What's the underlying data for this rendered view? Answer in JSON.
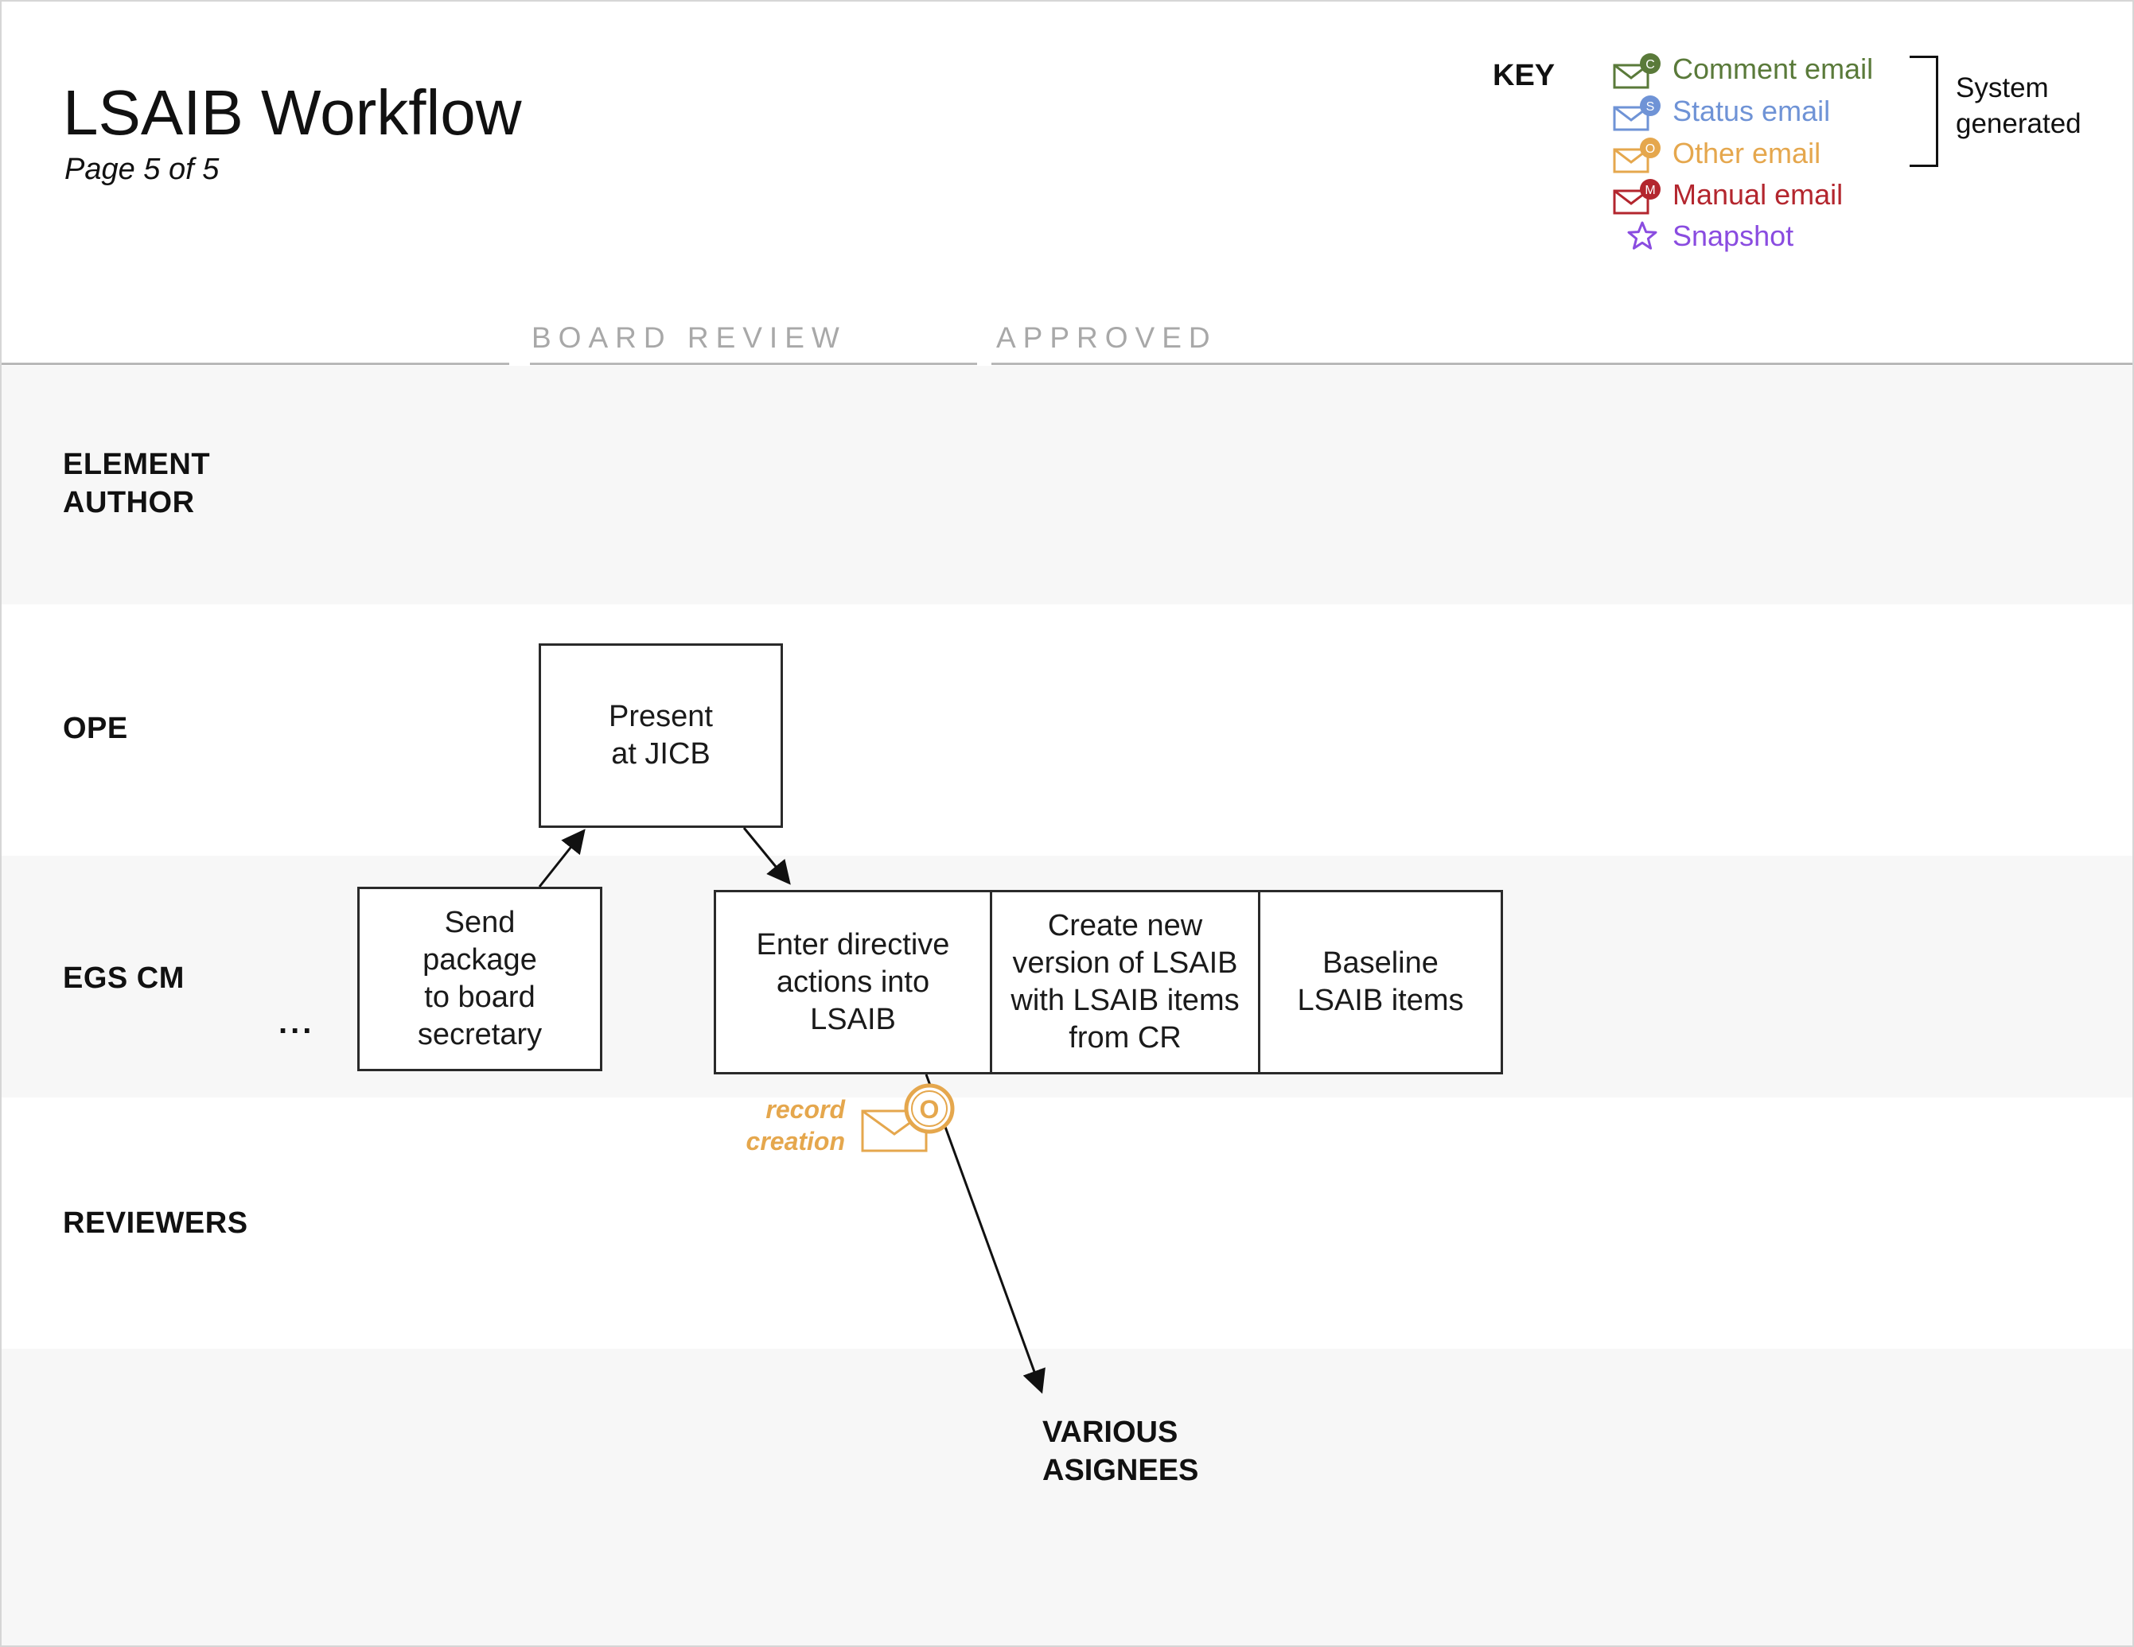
{
  "header": {
    "title": "LSAIB Workflow",
    "subtitle": "Page 5 of 5"
  },
  "key": {
    "title": "KEY",
    "items": [
      {
        "label": "Comment email",
        "icon": "comment-email-icon",
        "letter": "C",
        "color": "#5a7a3a"
      },
      {
        "label": "Status email",
        "icon": "status-email-icon",
        "letter": "S",
        "color": "#6f93d6"
      },
      {
        "label": "Other email",
        "icon": "other-email-icon",
        "letter": "O",
        "color": "#e5a74d"
      },
      {
        "label": "Manual email",
        "icon": "manual-email-icon",
        "letter": "M",
        "color": "#b3262e"
      },
      {
        "label": "Snapshot",
        "icon": "snapshot-star-icon",
        "letter": "",
        "color": "#8a4ce0"
      }
    ],
    "system_generated": "System\ngenerated"
  },
  "phases": [
    "BOARD REVIEW",
    "APPROVED"
  ],
  "lanes": [
    {
      "label": "ELEMENT\nAUTHOR"
    },
    {
      "label": "OPE"
    },
    {
      "label": "EGS CM"
    },
    {
      "label": "REVIEWERS"
    }
  ],
  "boxes": {
    "present": "Present\nat JICB",
    "send_package": "Send\npackage\nto board\nsecretary",
    "enter_directive": "Enter directive\nactions into\nLSAIB",
    "create_version": "Create new\nversion of LSAIB\nwith LSAIB items\nfrom CR",
    "baseline": "Baseline\nLSAIB items"
  },
  "continuation": "...",
  "email_annotation": {
    "text": "record\ncreation",
    "letter": "O",
    "color": "#e5a74d"
  },
  "terminal": "VARIOUS\nASIGNEES"
}
